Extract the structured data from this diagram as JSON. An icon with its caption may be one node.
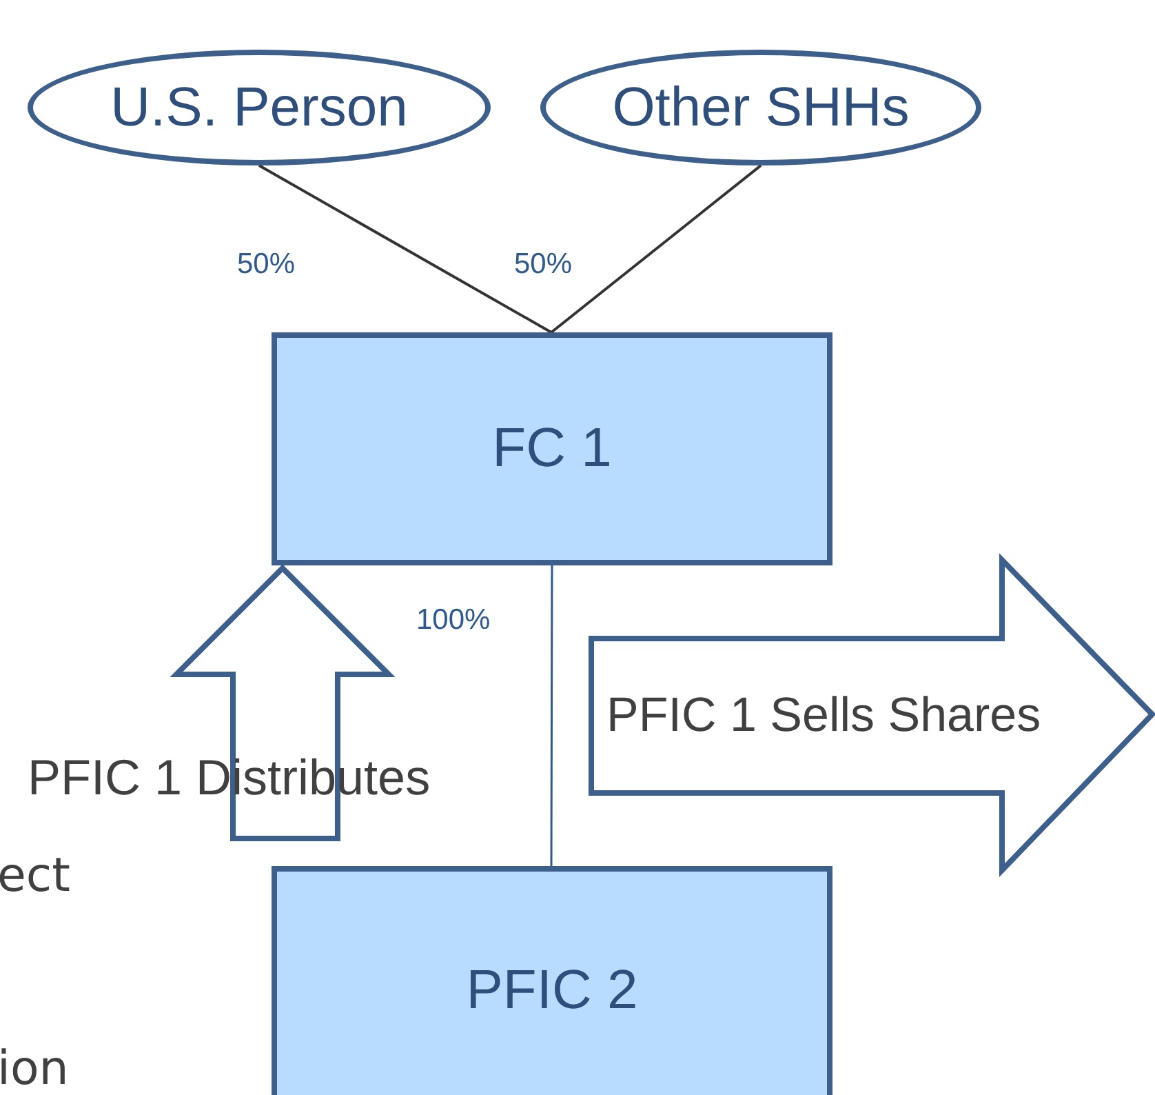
{
  "diagram": {
    "nodes": [
      {
        "text": [
          "U.S. Person"
        ]
      },
      {
        "text": [
          "Other SHHs"
        ]
      },
      {
        "text": [
          "FC 1"
        ]
      },
      {
        "text": [
          "PFIC 2"
        ]
      },
      {
        "text": [
          "PFIC 1 Sells Shares"
        ]
      }
    ],
    "edges": [
      {
        "from": 0,
        "to": 2,
        "arrow": "none",
        "label": "50%"
      },
      {
        "from": 1,
        "to": 2,
        "arrow": "none",
        "label": "50%"
      },
      {
        "from": 2,
        "to": 3,
        "arrow": "none",
        "label": "100%",
        "color": "#2e5a8e"
      },
      {
        "from": null,
        "to": 2,
        "arrow": "to",
        "label": "PFIC 1 Distributes"
      }
    ],
    "labels": [
      "ect",
      "ion"
    ]
  }
}
